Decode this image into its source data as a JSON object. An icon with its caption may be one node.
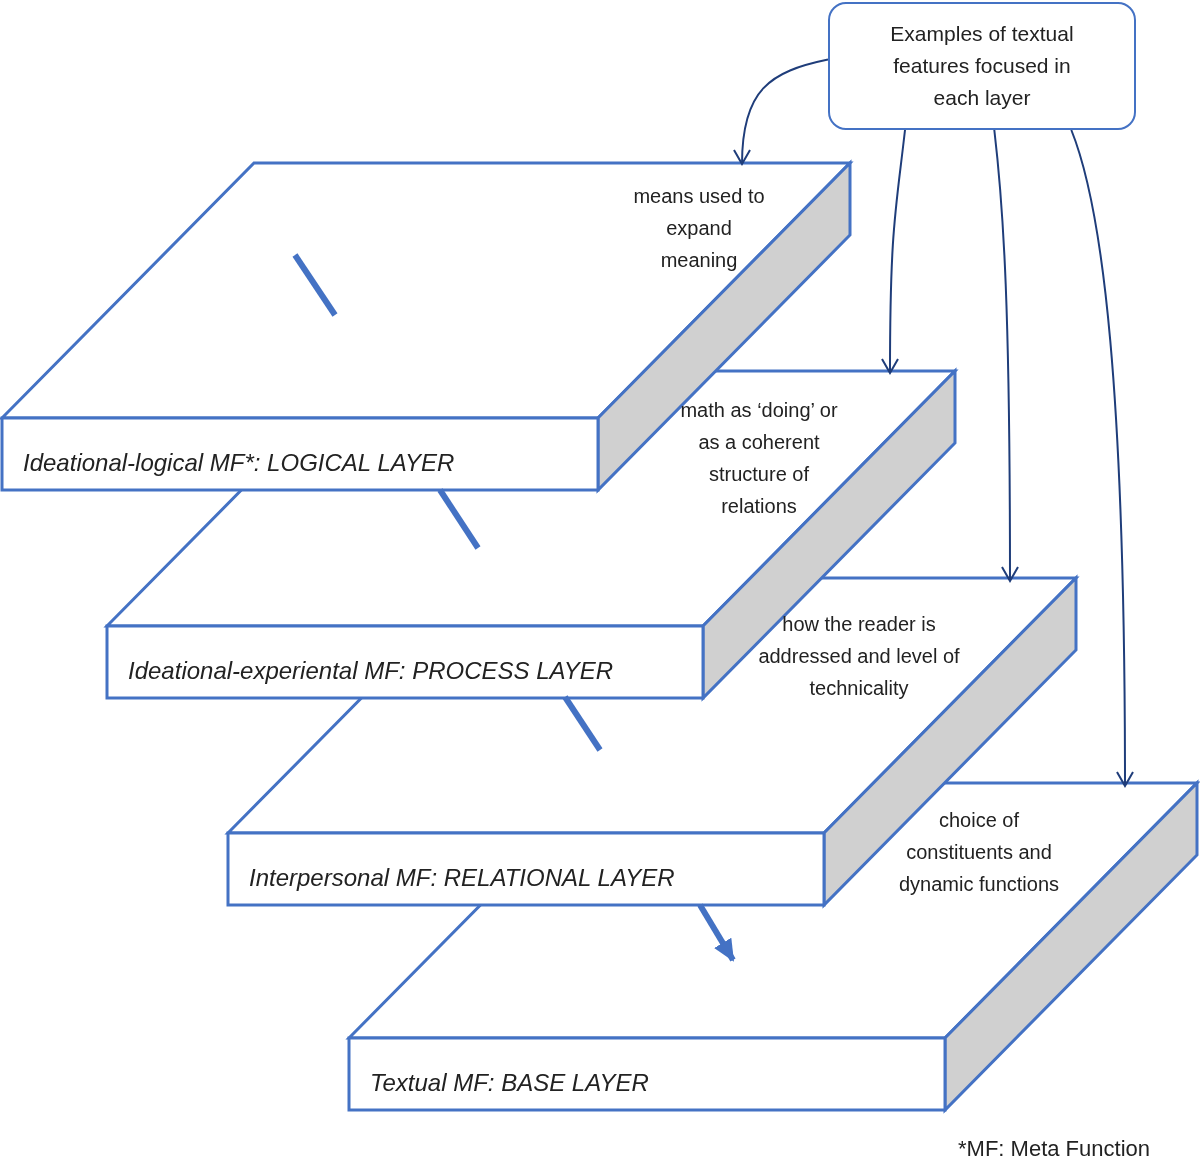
{
  "diagram": {
    "nodes": [
      {
        "text": [
          "means used to expand meaning",
          "Ideational-logical MF*: LOGICAL LAYER"
        ]
      },
      {
        "text": [
          "math as ‘doing’ or as a coherent structure of relations",
          "Ideational-experiental MF: PROCESS LAYER"
        ]
      },
      {
        "text": [
          "how the reader is addressed and level of technicality",
          "Interpersonal MF: RELATIONAL LAYER"
        ]
      },
      {
        "text": [
          "choice of constituents and dynamic functions",
          "Textual MF: BASE LAYER"
        ]
      },
      {
        "text": [
          "Examples of textual features focused in each layer"
        ]
      }
    ],
    "edges": [
      {
        "from": 0,
        "to": 1,
        "arrow": "none",
        "style": "thick",
        "color": "#4472c4"
      },
      {
        "from": 1,
        "to": 2,
        "arrow": "none",
        "style": "thick",
        "color": "#4472c4"
      },
      {
        "from": 2,
        "to": 3,
        "arrow": "to",
        "style": "thick",
        "color": "#4472c4"
      },
      {
        "from": 4,
        "to": 0,
        "arrow": "to"
      },
      {
        "from": 4,
        "to": 1,
        "arrow": "to"
      },
      {
        "from": 4,
        "to": 2,
        "arrow": "to"
      },
      {
        "from": 4,
        "to": 3,
        "arrow": "to"
      }
    ],
    "labels": [
      "*MF: Meta Function"
    ]
  }
}
